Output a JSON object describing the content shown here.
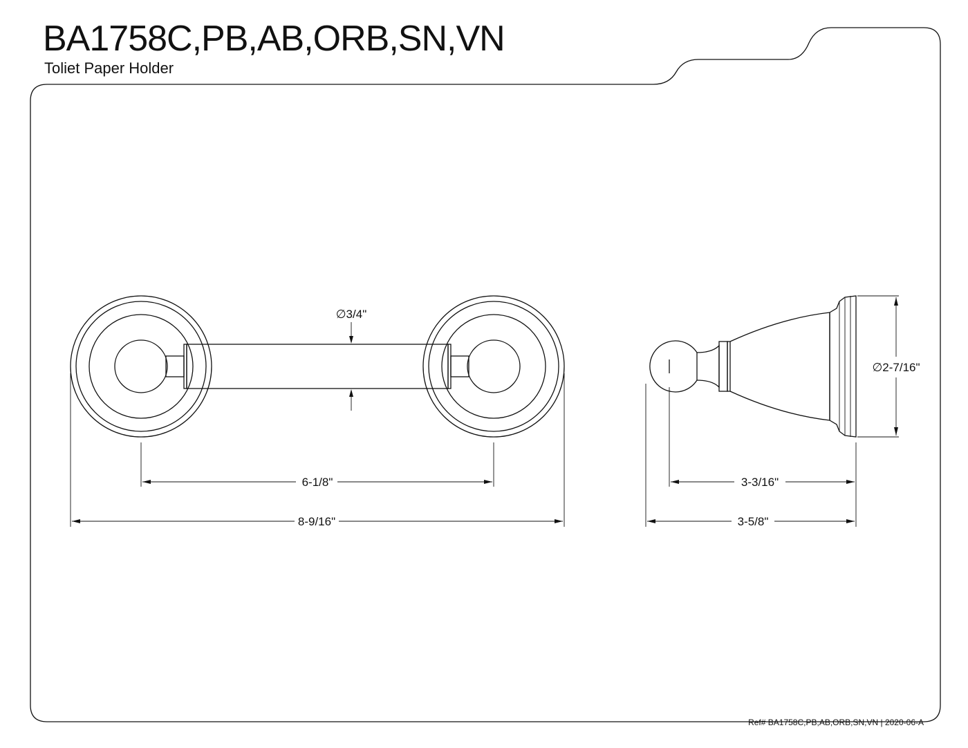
{
  "header": {
    "title": "BA1758C,PB,AB,ORB,SN,VN",
    "subtitle": "Toliet Paper Holder"
  },
  "dimensions": {
    "rod_diameter": "∅3/4\"",
    "post_spacing": "6-1/8\"",
    "overall_width": "8-9/16\"",
    "flange_diameter": "∅2-7/16\"",
    "projection_to_rod": "3-3/16\"",
    "overall_projection": "3-5/8\""
  },
  "footer": {
    "reference": "Ref# BA1758C,PB,AB,ORB,SN,VN | 2020-06-A"
  }
}
